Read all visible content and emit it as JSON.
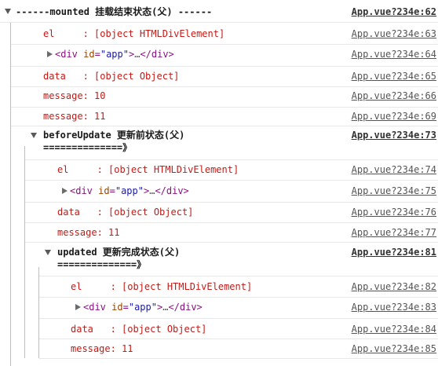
{
  "groups": {
    "mounted": {
      "header_line1": "------mounted 挂载结束状态(父) ------",
      "source": "App.vue?234e:62"
    },
    "beforeUpdate": {
      "header_line1": "beforeUpdate 更新前状态(父)",
      "header_line2": "==============》",
      "source": "App.vue?234e:73"
    },
    "updated": {
      "header_line1": "updated 更新完成状态(父)",
      "header_line2": "==============》",
      "source": "App.vue?234e:81"
    }
  },
  "messages": [
    {
      "text": "el     : [object HTMLDivElement]",
      "source": "App.vue?234e:63"
    },
    {
      "text": "data   : [object Object]",
      "source": "App.vue?234e:65"
    },
    {
      "text": "message: 10",
      "source": "App.vue?234e:66"
    },
    {
      "text": "message: 11",
      "source": "App.vue?234e:69"
    },
    {
      "text": "el     : [object HTMLDivElement]",
      "source": "App.vue?234e:74"
    },
    {
      "text": "data   : [object Object]",
      "source": "App.vue?234e:76"
    },
    {
      "text": "message: 11",
      "source": "App.vue?234e:77"
    },
    {
      "text": "el     : [object HTMLDivElement]",
      "source": "App.vue?234e:82"
    },
    {
      "text": "data   : [object Object]",
      "source": "App.vue?234e:84"
    },
    {
      "text": "message: 11",
      "source": "App.vue?234e:85"
    }
  ],
  "nodes": [
    {
      "open": "<",
      "tag": "div",
      "attr_name": "id",
      "attr_eq": "=",
      "attr_value": "\"app\"",
      "close_open": ">",
      "ellipsis": "…",
      "end": "</div>",
      "source": "App.vue?234e:64"
    },
    {
      "open": "<",
      "tag": "div",
      "attr_name": "id",
      "attr_eq": "=",
      "attr_value": "\"app\"",
      "close_open": ">",
      "ellipsis": "…",
      "end": "</div>",
      "source": "App.vue?234e:75"
    },
    {
      "open": "<",
      "tag": "div",
      "attr_name": "id",
      "attr_eq": "=",
      "attr_value": "\"app\"",
      "close_open": ">",
      "ellipsis": "…",
      "end": "</div>",
      "source": "App.vue?234e:83"
    }
  ]
}
